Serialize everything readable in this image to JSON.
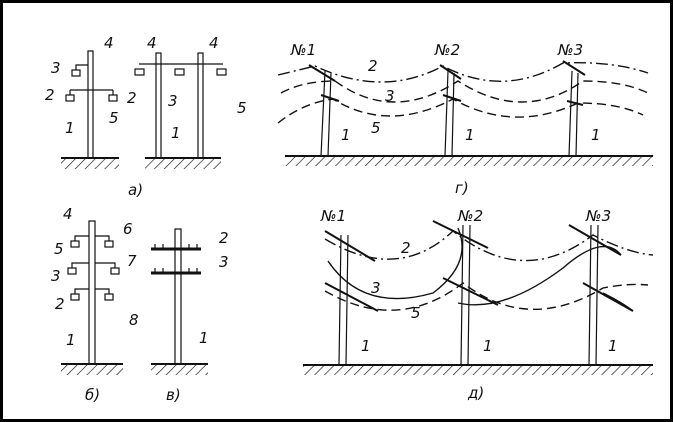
{
  "panels": {
    "a": {
      "caption": "а)",
      "labels": [
        "4",
        "3",
        "2",
        "5",
        "1",
        "4",
        "4",
        "2",
        "3",
        "5",
        "1"
      ]
    },
    "b": {
      "caption": "б)",
      "labels": [
        "4",
        "6",
        "5",
        "7",
        "3",
        "2",
        "8",
        "1"
      ]
    },
    "v": {
      "caption": "в)",
      "labels": [
        "2",
        "3",
        "1"
      ]
    },
    "g": {
      "caption": "г)",
      "labels": [
        "№1",
        "№2",
        "№3",
        "2",
        "3",
        "5",
        "1",
        "1",
        "1"
      ]
    },
    "d": {
      "caption": "д)",
      "labels": [
        "№1",
        "№2",
        "№3",
        "2",
        "3",
        "5",
        "1",
        "1",
        "1"
      ]
    }
  }
}
